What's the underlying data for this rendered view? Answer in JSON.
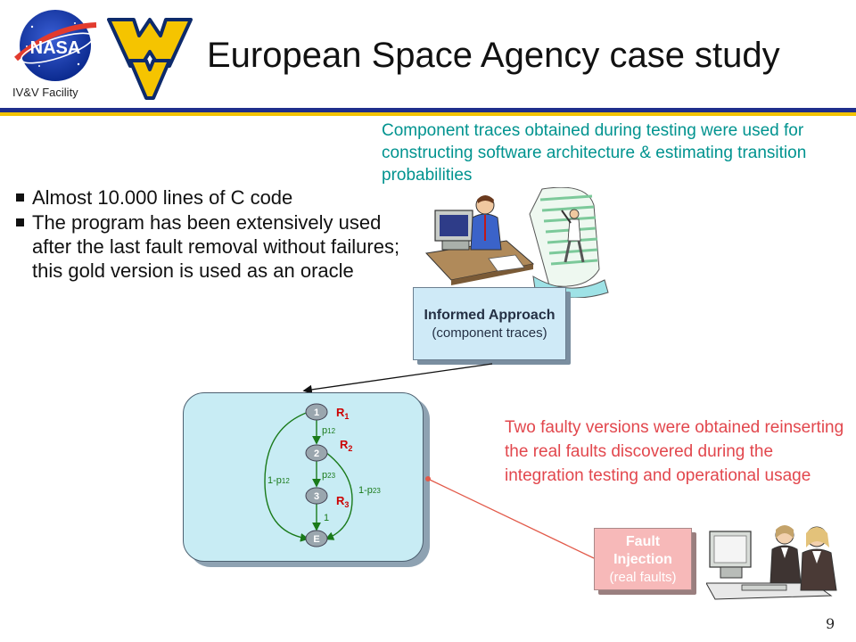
{
  "header": {
    "title": "European Space Agency case study",
    "facility": "IV&V Facility",
    "logo_text": "NASA"
  },
  "traces_note": "Component traces obtained during testing were used for constructing software architecture & estimating transition probabilities",
  "bullets": [
    "Almost 10.000 lines of C code",
    "The program has been extensively used after the last fault removal without failures; this gold version is used as an oracle"
  ],
  "informed_box": {
    "title": "Informed Approach",
    "subtitle": "(component traces)"
  },
  "fault_box": {
    "title": "Fault Injection",
    "subtitle": "(real faults)"
  },
  "faulty_note": "Two faulty versions were obtained reinserting the real faults discovered during the integration testing and operational usage",
  "diagram": {
    "states": [
      "1",
      "2",
      "3",
      "E"
    ],
    "reliability_labels": [
      {
        "base": "R",
        "sub": "1"
      },
      {
        "base": "R",
        "sub": "2"
      },
      {
        "base": "R",
        "sub": "3"
      }
    ],
    "transitions": {
      "p12": {
        "base": "p",
        "sub": "12"
      },
      "p23": {
        "base": "p",
        "sub": "23"
      },
      "one": "1",
      "one_minus_p12": {
        "base": "1-p",
        "sub": "12"
      },
      "one_minus_p23": {
        "base": "1-p",
        "sub": "23"
      }
    }
  },
  "page_number": "9",
  "colors": {
    "title_rule": "#1f2e8c",
    "title_rule_accent": "#f2c200",
    "traces_text": "#00938f",
    "faulty_text": "#e2474d",
    "reliability_label": "#cc0000",
    "arrow": "#1a7a1a"
  }
}
